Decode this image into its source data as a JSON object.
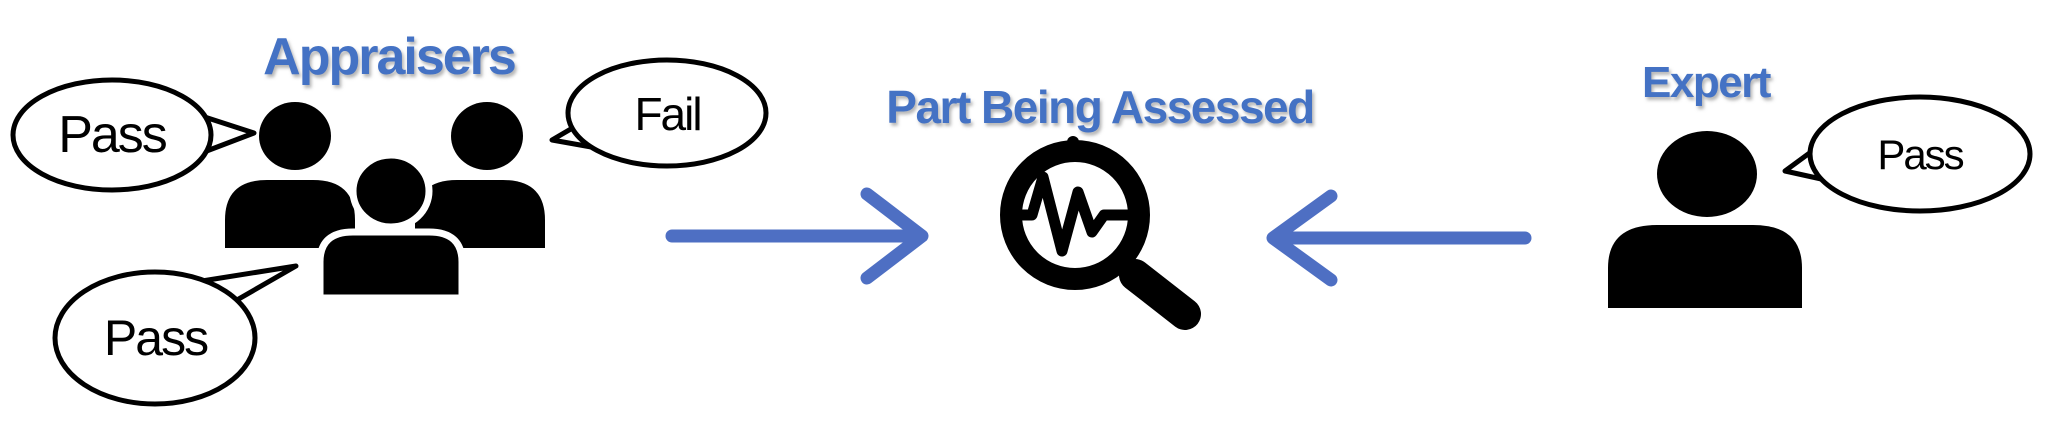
{
  "colors": {
    "title-blue": "#4472C4",
    "arrow-blue": "#4E6FC3",
    "icon-black": "#000000",
    "bubble-outline": "#000000",
    "background": "#FFFFFF"
  },
  "appraisers": {
    "title": "Appraisers",
    "icon": "people-group-icon",
    "bubbles": [
      {
        "text": "Pass",
        "position": "left"
      },
      {
        "text": "Fail",
        "position": "top-right"
      },
      {
        "text": "Pass",
        "position": "bottom-left"
      }
    ]
  },
  "center": {
    "title": "Part Being Assessed",
    "icon": "magnifier-waveform-icon"
  },
  "expert": {
    "title": "Expert",
    "icon": "person-icon",
    "bubbles": [
      {
        "text": "Pass",
        "position": "right"
      }
    ]
  },
  "arrows": [
    {
      "name": "arrow-appraisers-to-part",
      "direction": "right"
    },
    {
      "name": "arrow-expert-to-part",
      "direction": "left"
    }
  ]
}
